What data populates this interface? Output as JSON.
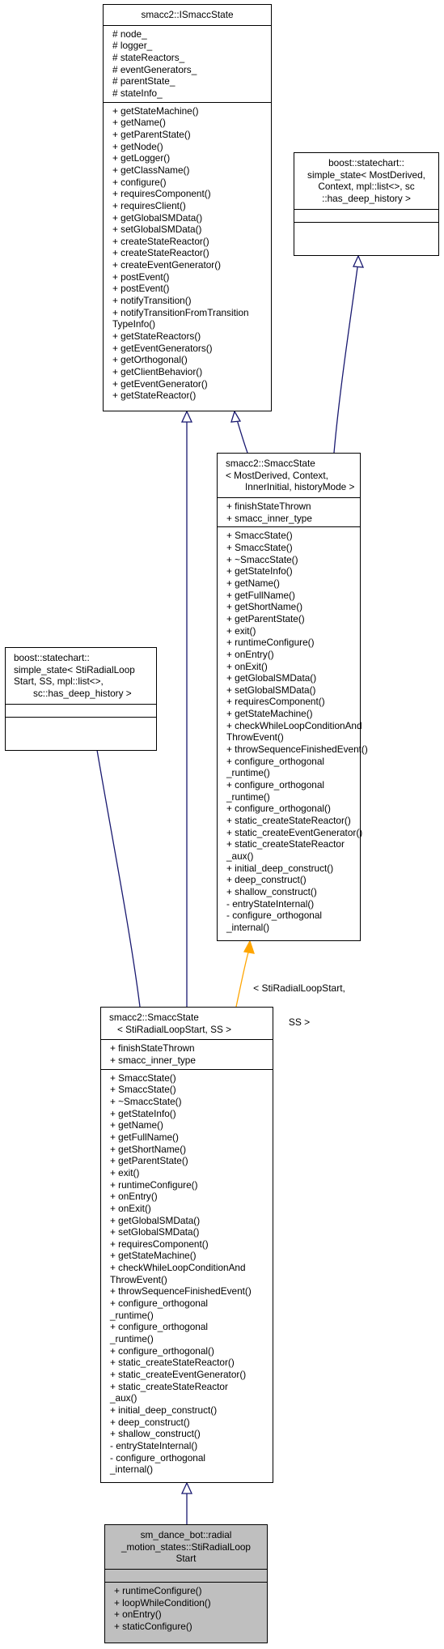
{
  "classes": {
    "ismacc_state": {
      "title": [
        "smacc2::ISmaccState"
      ],
      "attributes": [
        "# node_",
        "# logger_",
        "# stateReactors_",
        "# eventGenerators_",
        "# parentState_",
        "# stateInfo_"
      ],
      "methods": [
        "+ getStateMachine()",
        "+ getName()",
        "+ getParentState()",
        "+ getNode()",
        "+ getLogger()",
        "+ getClassName()",
        "+ configure()",
        "+ requiresComponent()",
        "+ requiresClient()",
        "+ getGlobalSMData()",
        "+ setGlobalSMData()",
        "+ createStateReactor()",
        "+ createStateReactor()",
        "+ createEventGenerator()",
        "+ postEvent()",
        "+ postEvent()",
        "+ notifyTransition()",
        "+ notifyTransitionFromTransition",
        "TypeInfo()",
        "+ getStateReactors()",
        "+ getEventGenerators()",
        "+ getOrthogonal()",
        "+ getClientBehavior()",
        "+ getEventGenerator()",
        "+ getStateReactor()"
      ]
    },
    "boost_simple_state_generic": {
      "title": [
        "boost::statechart::",
        "simple_state< MostDerived,",
        "Context, mpl::list<>, sc",
        "::has_deep_history >"
      ],
      "attributes": [],
      "methods": []
    },
    "smacc_state_generic": {
      "title": [
        "smacc2::SmaccState",
        "< MostDerived, Context,",
        "InnerInitial, historyMode >"
      ],
      "attributes": [
        "+ finishStateThrown",
        "+ smacc_inner_type"
      ],
      "methods": [
        "+ SmaccState()",
        "+ SmaccState()",
        "+ ~SmaccState()",
        "+ getStateInfo()",
        "+ getName()",
        "+ getFullName()",
        "+ getShortName()",
        "+ getParentState()",
        "+ exit()",
        "+ runtimeConfigure()",
        "+ onEntry()",
        "+ onExit()",
        "+ getGlobalSMData()",
        "+ setGlobalSMData()",
        "+ requiresComponent()",
        "+ getStateMachine()",
        "+ checkWhileLoopConditionAnd",
        "ThrowEvent()",
        "+ throwSequenceFinishedEvent()",
        "+ configure_orthogonal",
        "_runtime()",
        "+ configure_orthogonal",
        "_runtime()",
        "+ configure_orthogonal()",
        "+ static_createStateReactor()",
        "+ static_createEventGenerator()",
        "+ static_createStateReactor",
        "_aux()",
        "+ initial_deep_construct()",
        "+ deep_construct()",
        "+ shallow_construct()",
        "- entryStateInternal()",
        "- configure_orthogonal",
        "_internal()"
      ]
    },
    "boost_simple_state_radial": {
      "title": [
        "boost::statechart::",
        "simple_state< StiRadialLoop",
        "Start, SS, mpl::list<>,",
        "sc::has_deep_history >"
      ],
      "attributes": [],
      "methods": []
    },
    "smacc_state_radial": {
      "title": [
        "smacc2::SmaccState",
        "< StiRadialLoopStart, SS >"
      ],
      "attributes": [
        "+ finishStateThrown",
        "+ smacc_inner_type"
      ],
      "methods": [
        "+ SmaccState()",
        "+ SmaccState()",
        "+ ~SmaccState()",
        "+ getStateInfo()",
        "+ getName()",
        "+ getFullName()",
        "+ getShortName()",
        "+ getParentState()",
        "+ exit()",
        "+ runtimeConfigure()",
        "+ onEntry()",
        "+ onExit()",
        "+ getGlobalSMData()",
        "+ setGlobalSMData()",
        "+ requiresComponent()",
        "+ getStateMachine()",
        "+ checkWhileLoopConditionAnd",
        "ThrowEvent()",
        "+ throwSequenceFinishedEvent()",
        "+ configure_orthogonal",
        "_runtime()",
        "+ configure_orthogonal",
        "_runtime()",
        "+ configure_orthogonal()",
        "+ static_createStateReactor()",
        "+ static_createEventGenerator()",
        "+ static_createStateReactor",
        "_aux()",
        "+ initial_deep_construct()",
        "+ deep_construct()",
        "+ shallow_construct()",
        "- entryStateInternal()",
        "- configure_orthogonal",
        "_internal()"
      ]
    },
    "sti_radial_loop_start": {
      "title": [
        "sm_dance_bot::radial",
        "_motion_states::StiRadialLoop",
        "Start"
      ],
      "attributes": [],
      "methods": [
        "+ runtimeConfigure()",
        "+ loopWhileCondition()",
        "+ onEntry()",
        "+ staticConfigure()"
      ]
    }
  },
  "edge_labels": {
    "template_binding": [
      "< StiRadialLoopStart,",
      "SS >"
    ]
  },
  "colors": {
    "inheritance_edge": "#191970",
    "template_edge": "#ffa500",
    "highlight_fill": "#bfbfbf"
  }
}
